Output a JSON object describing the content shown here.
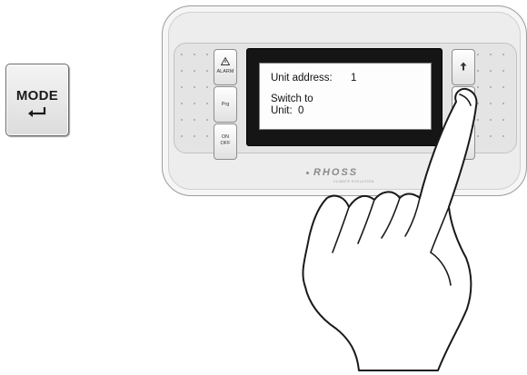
{
  "mode_key": {
    "label": "MODE",
    "icon": "enter-return-icon"
  },
  "keypad": {
    "alarm_label": "ALARM",
    "alarm_icon": "warning-triangle-icon",
    "prg_label": "Prg",
    "on_label": "ON",
    "off_label": "OFF",
    "up_icon": "arrow-up-icon"
  },
  "display": {
    "line1_label": "Unit address:",
    "line1_value": "1",
    "line2": "Switch to",
    "line3_label": "Unit:",
    "line3_value": "0"
  },
  "brand": {
    "name": "RHOSS",
    "tagline": "CLIMATE EVOLUTION"
  },
  "colors": {
    "screen_bezel": "#151515",
    "housing": "#ededed",
    "lcd": "#fdfdfd"
  }
}
